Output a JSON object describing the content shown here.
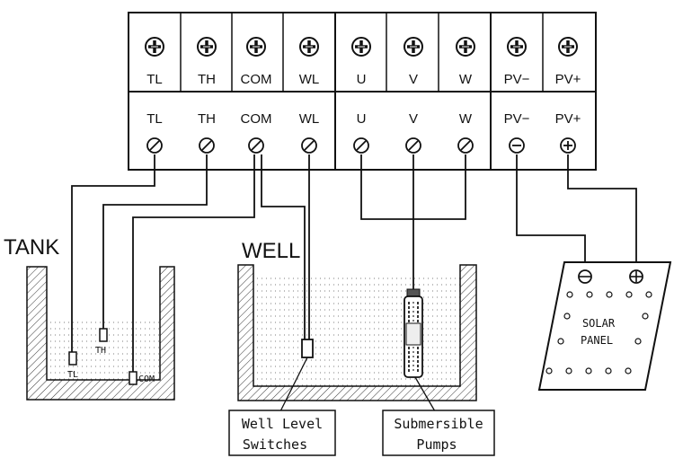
{
  "terminal_block": {
    "top_labels": [
      "TL",
      "TH",
      "COM",
      "WL",
      "U",
      "V",
      "W",
      "PV−",
      "PV+"
    ],
    "bottom_labels": [
      "TL",
      "TH",
      "COM",
      "WL",
      "U",
      "V",
      "W",
      "PV−",
      "PV+"
    ]
  },
  "tank": {
    "title": "TANK",
    "sensor_labels": {
      "tl": "TL",
      "th": "TH",
      "com": "COM"
    }
  },
  "well": {
    "title": "WELL"
  },
  "solar_panel": {
    "line1": "SOLAR",
    "line2": "PANEL"
  },
  "callouts": {
    "well_level": {
      "line1": "Well Level",
      "line2": "Switches"
    },
    "pumps": {
      "line1": "Submersible",
      "line2": "Pumps"
    }
  },
  "icons": [
    "screw-terminal-icon",
    "minus-terminal-icon",
    "plus-terminal-icon",
    "pump-icon",
    "level-sensor-icon"
  ]
}
